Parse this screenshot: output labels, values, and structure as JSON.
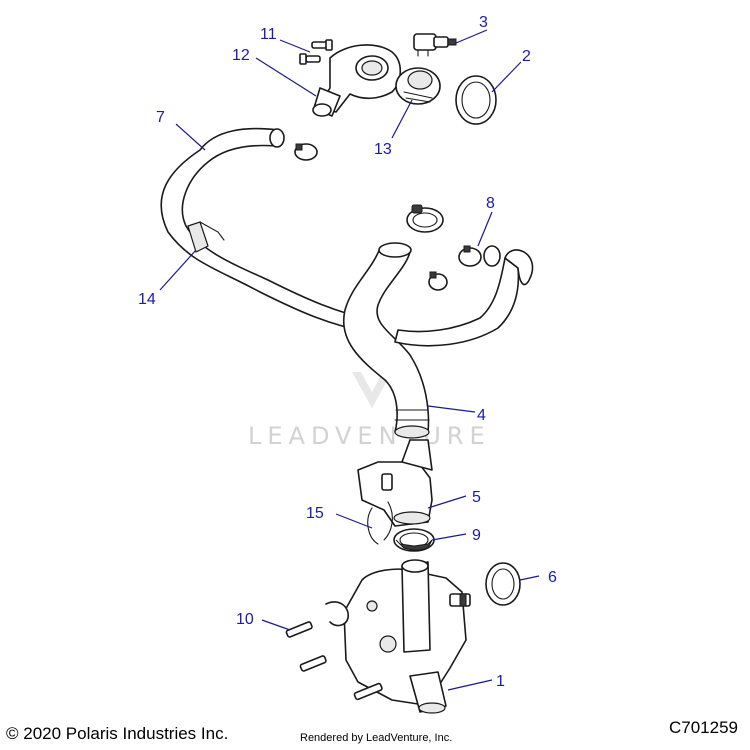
{
  "watermark": "LEADVENTURE",
  "footer": {
    "copyright": "© 2020 Polaris Industries Inc.",
    "rendered_by": "Rendered by LeadVenture, Inc.",
    "drawing_id": "C701259"
  },
  "callouts": {
    "c1": "1",
    "c2": "2",
    "c3": "3",
    "c4": "4",
    "c5": "5",
    "c6": "6",
    "c7": "7",
    "c8": "8",
    "c9": "9",
    "c10": "10",
    "c11": "11",
    "c12": "12",
    "c13": "13",
    "c14": "14",
    "c15": "15"
  },
  "colors": {
    "callout": "#1a1ab4",
    "line_art": "#1a1a1a",
    "watermark": "#d2d2d2"
  }
}
